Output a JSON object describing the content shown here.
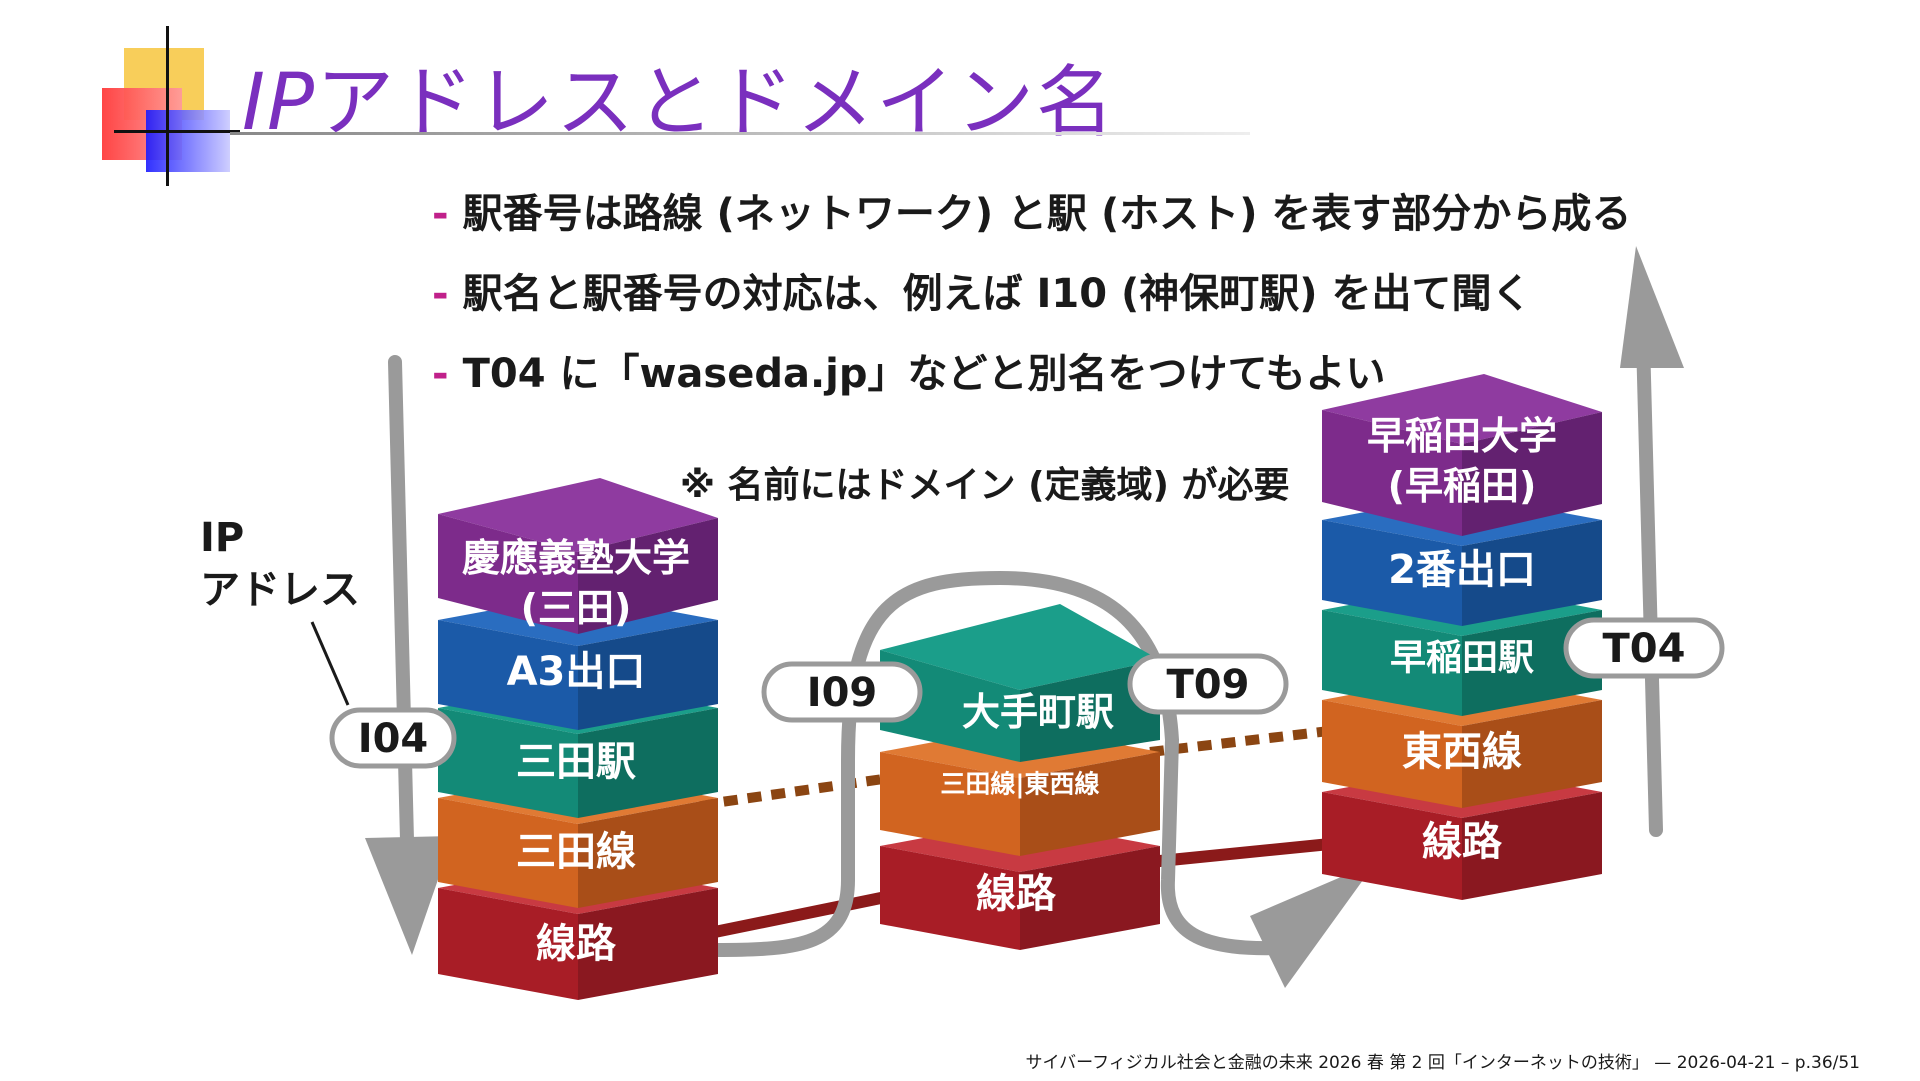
{
  "title": {
    "prefix": "IP",
    "rest": "アドレスとドメイン名"
  },
  "bullets": [
    "駅番号は路線 (ネットワーク) と駅 (ホスト) を表す部分から成る",
    "駅名と駅番号の対応は、例えば I10 (神保町駅) を出て聞く",
    "T04 に「waseda.jp」などと別名をつけてもよい"
  ],
  "note": "※ 名前にはドメイン (定義域) が必要",
  "side_label": {
    "line1": "IP",
    "line2": "アドレス"
  },
  "stacks": {
    "left": {
      "top_line1": "慶應義塾大学",
      "top_line2": "(三田)",
      "exit": "A3出口",
      "station": "三田駅",
      "line": "三田線",
      "rail": "線路"
    },
    "middle": {
      "station": "大手町駅",
      "line": "三田線|東西線",
      "rail": "線路"
    },
    "right": {
      "top_line1": "早稲田大学",
      "top_line2": "(早稲田)",
      "exit": "2番出口",
      "station": "早稲田駅",
      "line": "東西線",
      "rail": "線路"
    }
  },
  "labels": {
    "i04": "I04",
    "i09": "I09",
    "t09": "T09",
    "t04": "T04"
  },
  "colors": {
    "title": "#7a2fbe",
    "purple": "#7d2b8b",
    "blue": "#1b5aa8",
    "teal": "#128a78",
    "orange": "#d4681f",
    "red": "#b8202a",
    "arrow": "#9a9a9a",
    "dash_accent": "#c0208a",
    "dotted_line": "#8b4512",
    "rail_line": "#8b1a1a"
  },
  "footer": "サイバーフィジカル社会と金融の未来 2026 春 第 2 回「インターネットの技術」 — 2026-04-21 – p.36/51"
}
